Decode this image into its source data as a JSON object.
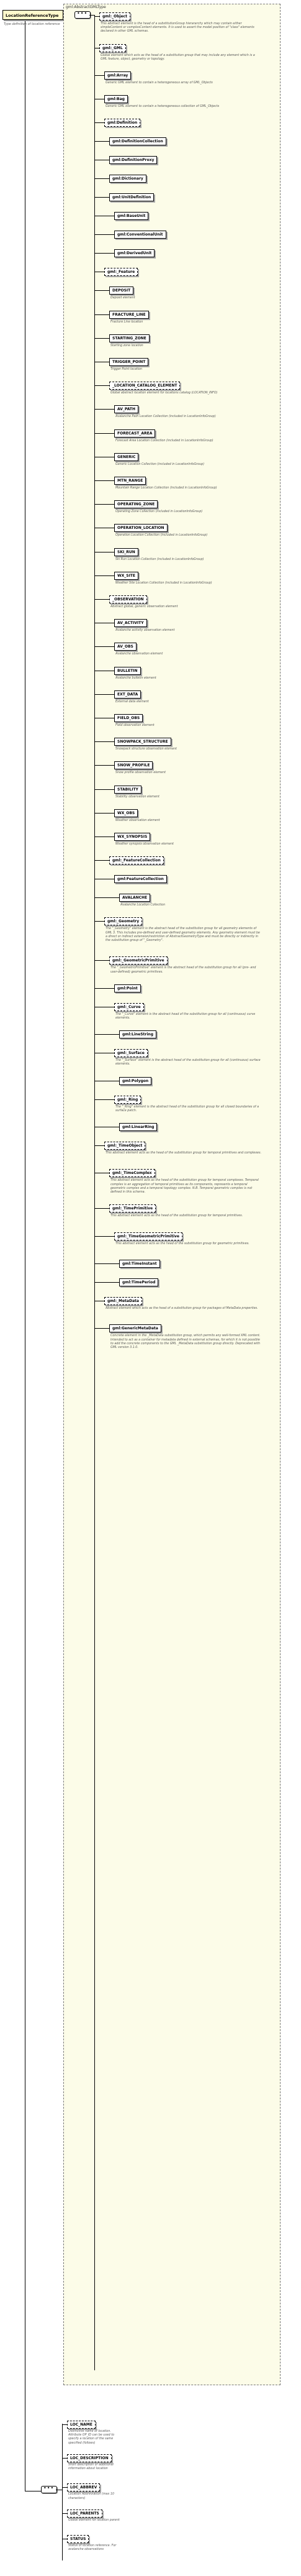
{
  "root": {
    "name": "LocationReferenceType",
    "doc": "Type definition of location reference"
  },
  "group": {
    "label": "gml:AbstractGMLType"
  },
  "elements": [
    {
      "id": "gml_Object",
      "label": "gml:_Object",
      "doc": "This abstract element is the head of a substitutionGroup hierararchy which may contain either simpleContent or complexContent elements. It is used to assert the model position of \"class\" elements declared in other GML schemas."
    },
    {
      "id": "gml_GML",
      "label": "gml:_GML",
      "doc": "Global element which acts as the head of a substitution group that may include any element which is a GML feature, object, geometry or topology."
    },
    {
      "id": "gml_Array",
      "label": "gml:Array",
      "doc": "Generic GML element to contain a heterogeneous array of GML_Objects"
    },
    {
      "id": "gml_Bag",
      "label": "gml:Bag",
      "doc": "Generic GML element to contain a heterogeneous collection of GML_Objects"
    },
    {
      "id": "gml_Definition",
      "label": "gml:Definition"
    },
    {
      "id": "gml_DefinitionCollection",
      "label": "gml:DefinitionCollection"
    },
    {
      "id": "gml_DefinitionProxy",
      "label": "gml:DefinitionProxy"
    },
    {
      "id": "gml_Dictionary",
      "label": "gml:Dictionary"
    },
    {
      "id": "gml_UnitDefinition",
      "label": "gml:UnitDefinition"
    },
    {
      "id": "gml_BaseUnit",
      "label": "gml:BaseUnit"
    },
    {
      "id": "gml_ConventionalUnit",
      "label": "gml:ConventionalUnit"
    },
    {
      "id": "gml_DerivedUnit",
      "label": "gml:DerivedUnit"
    },
    {
      "id": "gml_Feature",
      "label": "gml:_Feature"
    },
    {
      "id": "DEPOSIT",
      "label": "DEPOSIT",
      "doc": "Deposit element"
    },
    {
      "id": "FRACTURE_LINE",
      "label": "FRACTURE_LINE",
      "doc": "Fracture Line location"
    },
    {
      "id": "STARTING_ZONE",
      "label": "STARTING_ZONE",
      "doc": "Starting zone location"
    },
    {
      "id": "TRIGGER_POINT",
      "label": "TRIGGER_POINT",
      "doc": "Trigger Point location"
    },
    {
      "id": "LOCATION_CATALOG_ELEMENT",
      "label": "_LOCATION_CATALOG_ELEMENT",
      "doc": "Global abstract location element for locations catalog (LOCATION_INFO)"
    },
    {
      "id": "AV_PATH",
      "label": "AV_PATH",
      "doc": "Avalanche Path Location Collection (included in LocationInfoGroup)"
    },
    {
      "id": "FORECAST_AREA",
      "label": "FORECAST_AREA",
      "doc": "Forecast Area Location Collection (included in LocationInfoGroup)"
    },
    {
      "id": "GENERIC",
      "label": "GENERIC",
      "doc": "Generic Location Collection (included in LocationInfoGroup)"
    },
    {
      "id": "MTN_RANGE",
      "label": "MTN_RANGE",
      "doc": "Mountain Range Location Collection (included in LocationInfoGroup)"
    },
    {
      "id": "OPERATING_ZONE",
      "label": "OPERATING_ZONE",
      "doc": "Operating Zone Collection (included in LocationInfoGroup)"
    },
    {
      "id": "OPERATION_LOCATION",
      "label": "OPERATION_LOCATION",
      "doc": "Operation Location Collection (included in LocationInfoGroup)"
    },
    {
      "id": "SKI_RUN",
      "label": "SKI_RUN",
      "doc": "Ski Run Location Collection (included in LocationInfoGroup)"
    },
    {
      "id": "WX_SITE",
      "label": "WX_SITE",
      "doc": "Weather Site Location Collection (included in LocationInfoGroup)"
    },
    {
      "id": "OBSERVATION",
      "label": "_OBSERVATION",
      "doc": "Abstract global, generic observation element"
    },
    {
      "id": "AV_ACTIVITY",
      "label": "AV_ACTIVITY",
      "doc": "Avalanche activity observation element"
    },
    {
      "id": "AV_OBS",
      "label": "AV_OBS",
      "doc": "Avalanche observation element"
    },
    {
      "id": "BULLETIN",
      "label": "BULLETIN",
      "doc": "Avalanche bulletin element"
    },
    {
      "id": "EXT_DATA",
      "label": "EXT_DATA",
      "doc": "External data element"
    },
    {
      "id": "FIELD_OBS",
      "label": "FIELD_OBS",
      "doc": "Field observation element"
    },
    {
      "id": "SNOWPACK_STRUCTURE",
      "label": "SNOWPACK_STRUCTURE",
      "doc": "Snowpack structure observation element"
    },
    {
      "id": "SNOW_PROFILE",
      "label": "SNOW_PROFILE",
      "doc": "Snow profile observation element"
    },
    {
      "id": "STABILITY",
      "label": "STABILITY",
      "doc": "Stability observation element"
    },
    {
      "id": "WX_OBS",
      "label": "WX_OBS",
      "doc": "Weather observation element"
    },
    {
      "id": "WX_SYNOPSIS",
      "label": "WX_SYNOPSIS",
      "doc": "Weather synopsis observation element"
    },
    {
      "id": "gml_FeatureCollection",
      "label": "gml:_FeatureCollection"
    },
    {
      "id": "gml_FeatureCollection2",
      "label": "gml:FeatureCollection"
    },
    {
      "id": "AVALANCHE",
      "label": "AVALANCHE",
      "doc": "Avalanche Location Collection"
    },
    {
      "id": "gml_Geometry",
      "label": "gml:_Geometry",
      "doc": "The \"_Geometry\" element is the abstract head of the substitution group for all geometry elements of GML 3. This includes pre-defined and user-defined geometry elements. Any geometry element must be a direct or indirect extension/restriction of AbstractGeometryType and must be directly or indirectly in the substitution group of \"_Geometry\"."
    },
    {
      "id": "gml_GeometricPrimitive",
      "label": "gml:_GeometricPrimitive",
      "doc": "The \"_GeometricPrimitive\" element is the abstract head of the substitution group for all (pre- and user-defined) geometric primitives."
    },
    {
      "id": "gml_Point",
      "label": "gml:Point"
    },
    {
      "id": "gml_Curve",
      "label": "gml:_Curve",
      "doc": "The \"_Curve\" element is the abstract head of the substitution group for all (continuous) curve elements."
    },
    {
      "id": "gml_LineString",
      "label": "gml:LineString"
    },
    {
      "id": "gml_Surface",
      "label": "gml:_Surface",
      "doc": "The \"_Surface\" element is the abstract head of the substitution group for all (continuous) surface elements."
    },
    {
      "id": "gml_Polygon",
      "label": "gml:Polygon"
    },
    {
      "id": "gml_Ring",
      "label": "gml:_Ring",
      "doc": "The \"_Ring\" element is the abstract head of the substitution group for all closed boundaries of a surface patch."
    },
    {
      "id": "gml_LinearRing",
      "label": "gml:LinearRing"
    },
    {
      "id": "gml_TimeObject",
      "label": "gml:_TimeObject",
      "doc": "This abstract element acts as the head of the substitution group for temporal primitives and complexes."
    },
    {
      "id": "gml_TimeComplex",
      "label": "gml:_TimeComplex",
      "doc": "This abstract element acts as the head of the substitution group for temporal complexes. Temporal complex is an aggregation of temporal primitives as its components, represents a temporal geometric complex and a temporal topology complex. N.B. Temporal geometric complex is not defined in this schema."
    },
    {
      "id": "gml_TimePrimitive",
      "label": "gml:_TimePrimitive",
      "doc": "This abstract element acts as the head of the substitution group for temporal primitives."
    },
    {
      "id": "gml_TimeGeometricPrimitive",
      "label": "gml:_TimeGeometricPrimitive",
      "doc": "This abstract element acts as the head of the substitution group for geometric primitives."
    },
    {
      "id": "gml_TimeInstant",
      "label": "gml:TimeInstant"
    },
    {
      "id": "gml_TimePeriod",
      "label": "gml:TimePeriod"
    },
    {
      "id": "gml_MetaData",
      "label": "gml:_MetaData",
      "doc": "Abstract element which acts as the head of a substitution group for packages of MetaData properties."
    },
    {
      "id": "gml_GenericMetaData",
      "label": "gml:GenericMetaData",
      "doc": "Concrete element in the _MetaData substitution group, which permits any well-formed XML content. Intended to act as a container for metadata defined in external schemas, for which it is not possible to add the concrete components to the GML _MetaData substitution group directly. Deprecated with GML version 3.1.0."
    }
  ],
  "tail": [
    {
      "id": "LOC_NAME",
      "label": "LOC_NAME",
      "doc": "Distinctive name of location. Attribute OP_ID can be used to specify a location of the same specified (follows)"
    },
    {
      "id": "LOC_DESCRIPTION",
      "label": "LOC_DESCRIPTION",
      "doc": "Short description or additional information about location"
    },
    {
      "id": "LOC_ABBREV",
      "label": "LOC_ABBREV",
      "doc": "Location Abbreviation (max 10 characters)"
    },
    {
      "id": "LOC_PARENTS",
      "label": "LOC_PARENTS",
      "doc": "Global element for location parent"
    },
    {
      "id": "STATUS",
      "label": "STATUS",
      "doc": "Status of location reference. For avalanche observations"
    }
  ]
}
